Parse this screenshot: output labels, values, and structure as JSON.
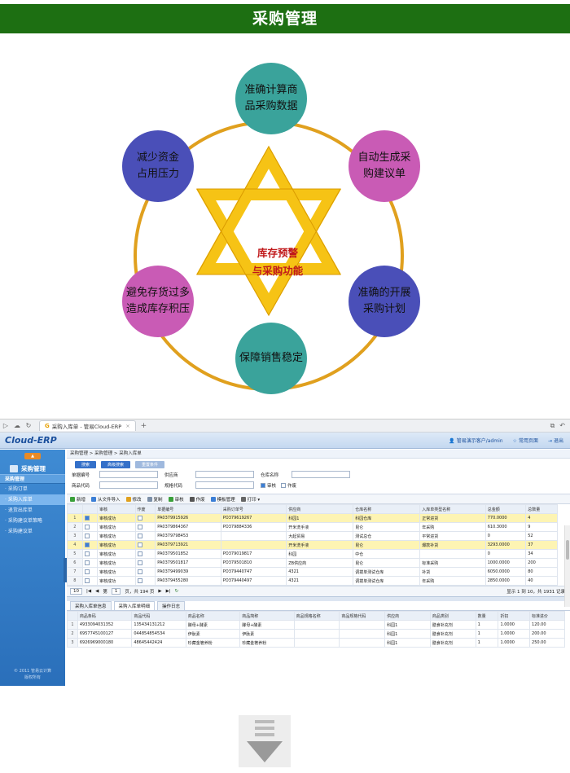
{
  "banner": {
    "title": "采购管理"
  },
  "diagram": {
    "center": [
      "库存预警",
      "与采购功能"
    ],
    "nodes": [
      {
        "lines": [
          "准确计算商",
          "品采购数据"
        ],
        "color": "#3aa39b"
      },
      {
        "lines": [
          "自动生成采",
          "购建议单"
        ],
        "color": "#c95bb5"
      },
      {
        "lines": [
          "准确的开展",
          "采购计划"
        ],
        "color": "#4a4fb8"
      },
      {
        "lines": [
          "保障销售稳定"
        ],
        "color": "#3aa39b"
      },
      {
        "lines": [
          "避免存货过多",
          "造成库存积压"
        ],
        "color": "#c95bb5"
      },
      {
        "lines": [
          "减少资金",
          "占用压力"
        ],
        "color": "#4a4fb8"
      }
    ],
    "ring_color": "#e0a01e",
    "star_color": "#f6c315"
  },
  "browser": {
    "tab_title": "采购入库单 - 管易Cloud-ERP",
    "tab_close": "×",
    "new_tab": "+"
  },
  "app": {
    "logo": "Cloud-ERP",
    "user": "管易演示客户/admin",
    "frequent": "常用页面",
    "logout": "退出"
  },
  "sidebar": {
    "top_button": "▲",
    "module": "采购管理",
    "category": "采购管理",
    "items": [
      "采购订单",
      "采购入库单",
      "退货出库单",
      "采购建议单策略",
      "采购建议单"
    ],
    "active_index": 1,
    "footer": [
      "© 2011 管易云计算",
      "版权所有"
    ]
  },
  "main": {
    "breadcrumb": "采购管理 > 采购管理 > 采购入库单",
    "buttons": {
      "search": "搜索",
      "advanced": "高级搜索",
      "reset": "重置条件"
    },
    "filters": {
      "bill_no": "单据编号",
      "supplier": "供应商",
      "warehouse": "仓库名称",
      "goods_code": "商品代码",
      "spec_code": "规格代码",
      "audited": "审核",
      "voided": "作废"
    },
    "toolbar": [
      "新增",
      "从文件导入",
      "修改",
      "复制",
      "审核",
      "作废",
      "模板管理",
      "打印"
    ],
    "columns": [
      "",
      "",
      "审核",
      "作废",
      "单据编号",
      "采购订单号",
      "供应商",
      "仓库名称",
      "入库单类型名称",
      "总金额",
      "总数量"
    ],
    "rows": [
      {
        "n": "1",
        "checked": true,
        "audit": "审核成功",
        "bill": "PA0379915926",
        "order": "PO379619267",
        "supplier": "科园1",
        "warehouse": "科园仓库",
        "type": "正常进货",
        "amount": "770.0000",
        "qty": "4",
        "hl": true
      },
      {
        "n": "2",
        "checked": false,
        "audit": "审核成功",
        "bill": "PA0379864367",
        "order": "PO379884336",
        "supplier": "开米洗手液",
        "warehouse": "昆仑",
        "type": "年采购",
        "amount": "610.3000",
        "qty": "9",
        "hl": false
      },
      {
        "n": "3",
        "checked": false,
        "audit": "审核成功",
        "bill": "PA0379798453",
        "order": "",
        "supplier": "大起贸易",
        "warehouse": "测试总仓",
        "type": "平常进货",
        "amount": "0",
        "qty": "52",
        "hl": false
      },
      {
        "n": "4",
        "checked": true,
        "audit": "审核成功",
        "bill": "PA0379713921",
        "order": "",
        "supplier": "开米洗手液",
        "warehouse": "昆仑",
        "type": "爆款补货",
        "amount": "3293.0000",
        "qty": "37",
        "hl": true
      },
      {
        "n": "5",
        "checked": false,
        "audit": "审核成功",
        "bill": "PA0379501852",
        "order": "PO379019817",
        "supplier": "科园",
        "warehouse": "中仓",
        "type": "",
        "amount": "0",
        "qty": "34",
        "hl": false
      },
      {
        "n": "6",
        "checked": false,
        "audit": "审核成功",
        "bill": "PA0379501817",
        "order": "PO379501810",
        "supplier": "ZB供应商",
        "warehouse": "昆仑",
        "type": "标准采购",
        "amount": "1000.0000",
        "qty": "200",
        "hl": false
      },
      {
        "n": "7",
        "checked": false,
        "audit": "审核成功",
        "bill": "PA0379499039",
        "order": "PO379440747",
        "supplier": "4321",
        "warehouse": "调拨单测试仓库",
        "type": "补货",
        "amount": "6050.0000",
        "qty": "80",
        "hl": false
      },
      {
        "n": "8",
        "checked": false,
        "audit": "审核成功",
        "bill": "PA0379455280",
        "order": "PO379440497",
        "supplier": "4321",
        "warehouse": "调拨单测试仓库",
        "type": "年采购",
        "amount": "2850.0000",
        "qty": "40",
        "hl": false
      }
    ],
    "pager": {
      "size": "10",
      "page_prefix": "第",
      "page": "1",
      "page_suffix": "页，共 194 页",
      "summary": "显示 1 到 10，共 1931 记录"
    },
    "detail_tabs": [
      "采购入库单信息",
      "采购入库单明细",
      "操作日志"
    ],
    "detail_columns": [
      "",
      "商品条码",
      "商品代码",
      "商品名称",
      "商品简称",
      "商品规格名称",
      "商品规格代码",
      "供应商",
      "商品类别",
      "数量",
      "折扣",
      "标准进价"
    ],
    "detail_rows": [
      [
        "1",
        "4933094031352",
        "135434131212",
        "酵母+酵素",
        "酵母+酵素",
        "",
        "",
        "科园1",
        "膳食补充剂",
        "1",
        "1.0000",
        "120.00"
      ],
      [
        "2",
        "6957745100127",
        "044854854534",
        "伊肽素",
        "伊肽素",
        "",
        "",
        "科园1",
        "膳食补充剂",
        "1",
        "1.0000",
        "200.00"
      ],
      [
        "3",
        "6926969000180",
        "48645442424",
        "珍藏金箸养粉",
        "珍藏金箸养粉",
        "",
        "",
        "科园1",
        "膳食补充剂",
        "1",
        "1.0000",
        "250.00"
      ]
    ]
  }
}
